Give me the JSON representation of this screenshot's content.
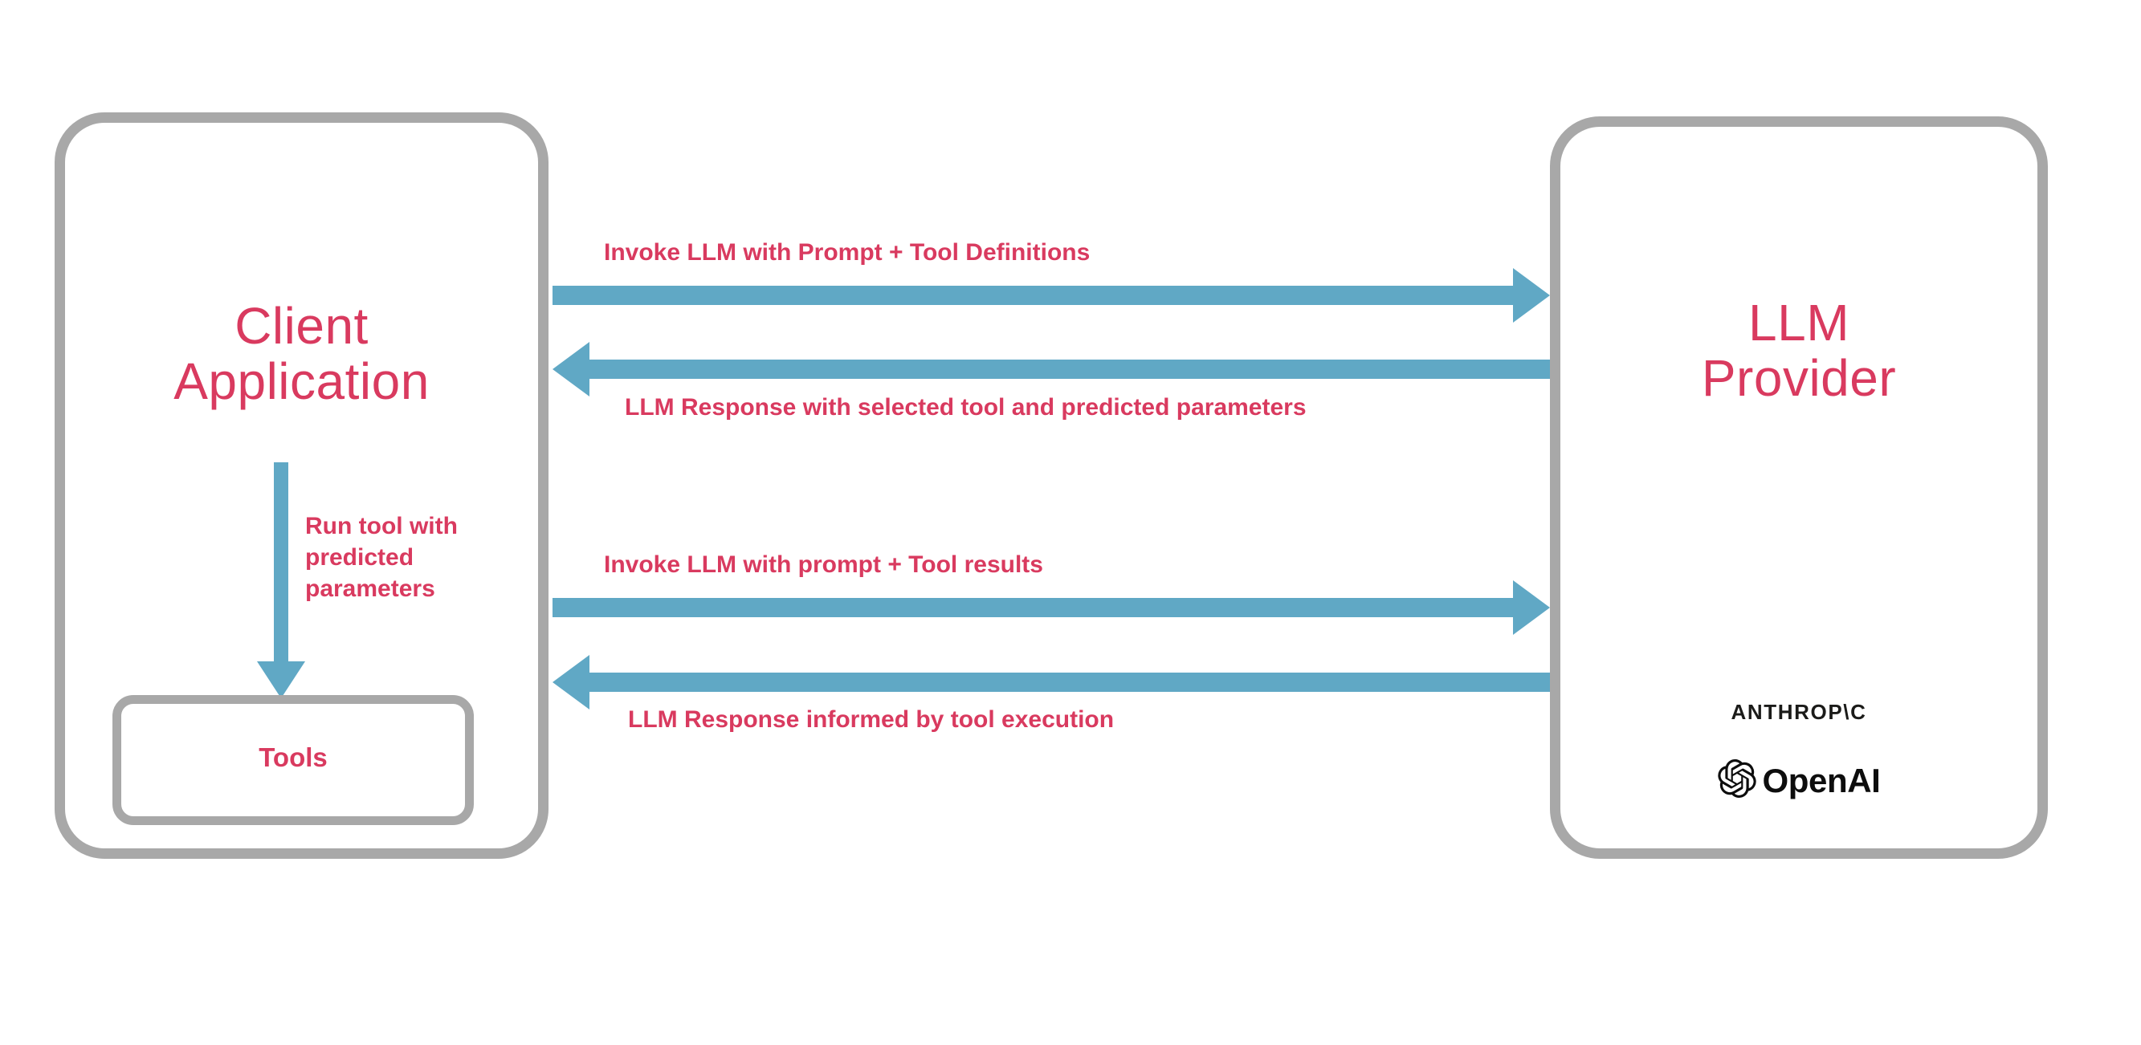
{
  "diagram": {
    "nodes": {
      "client": {
        "title": "Client\nApplication",
        "inner": {
          "tools_label": "Tools"
        }
      },
      "llm": {
        "title": "LLM\nProvider",
        "providers": [
          {
            "name": "anthropic-logo",
            "text": "ANTHROP\\C"
          },
          {
            "name": "openai-logo",
            "text": "OpenAI"
          }
        ]
      }
    },
    "edges": [
      {
        "id": "invoke-tools",
        "label": "Invoke LLM with Prompt + Tool Definitions",
        "direction": "client-to-llm"
      },
      {
        "id": "llm-response-tool",
        "label": "LLM Response with selected tool and predicted parameters",
        "direction": "llm-to-client"
      },
      {
        "id": "invoke-results",
        "label": "Invoke LLM with prompt + Tool results",
        "direction": "client-to-llm"
      },
      {
        "id": "llm-response-final",
        "label": "LLM Response informed by tool execution",
        "direction": "llm-to-client"
      },
      {
        "id": "run-tool",
        "label": "Run tool with\npredicted\nparameters",
        "direction": "client-to-tools"
      }
    ],
    "colors": {
      "accent_text": "#d93a5f",
      "arrow": "#60a8c5",
      "box_border": "#a8a8a8",
      "logo_text": "#0d0d0d",
      "background": "#ffffff"
    }
  }
}
